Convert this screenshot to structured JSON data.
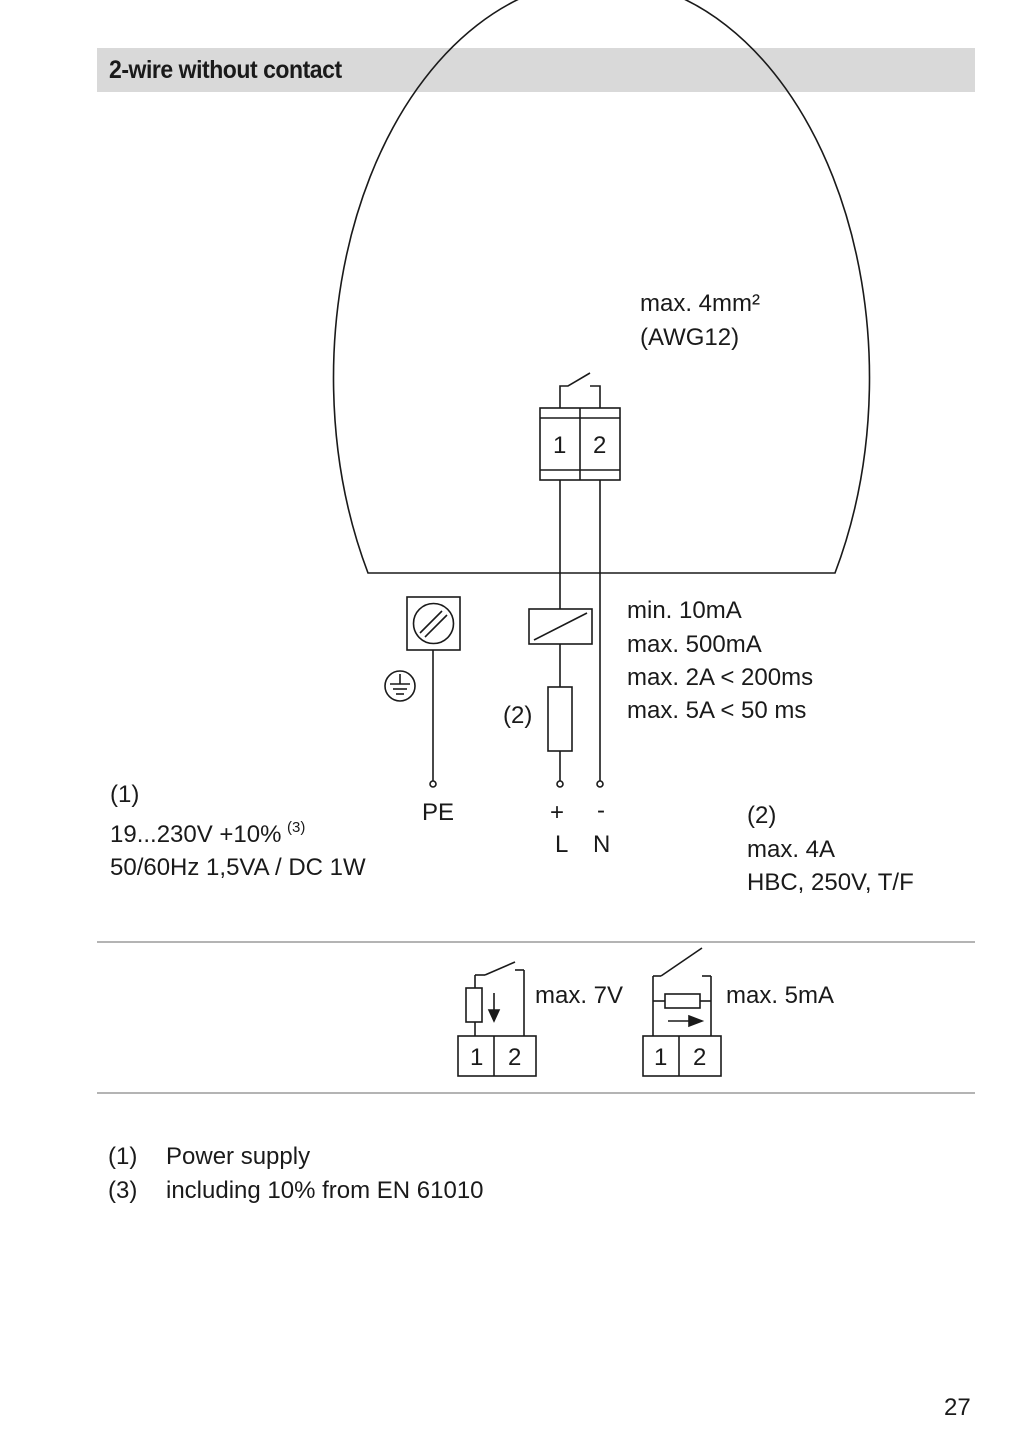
{
  "header": {
    "title": "2-wire without contact"
  },
  "diagram": {
    "wire_size": [
      "max. 4mm²",
      "(AWG12)"
    ],
    "terminals": {
      "t1": "1",
      "t2": "2"
    },
    "current_specs": [
      "min.  10mA",
      "max. 500mA",
      "max. 2A < 200ms",
      "max. 5A < 50 ms"
    ],
    "fuse_label": "(2)",
    "earth_terminal": "PE",
    "plus": "+",
    "minus": "-",
    "L": "L",
    "N": "N",
    "supply_note": {
      "marker": "(1)",
      "line1": "19...230V +10%",
      "line1_sup": "(3)",
      "line2": "50/60Hz 1,5VA  / DC 1W"
    },
    "fuse_note": {
      "marker": "(2)",
      "line1": "max. 4A",
      "line2": "HBC, 250V, T/F"
    }
  },
  "load_examples": {
    "voltage": {
      "label": "max. 7V",
      "t1": "1",
      "t2": "2"
    },
    "current": {
      "label": "max. 5mA",
      "t1": "1",
      "t2": "2"
    }
  },
  "footnotes": [
    {
      "num": "(1)",
      "text": "Power supply"
    },
    {
      "num": "(3)",
      "text": "including 10% from EN 61010"
    }
  ],
  "page_number": "27"
}
